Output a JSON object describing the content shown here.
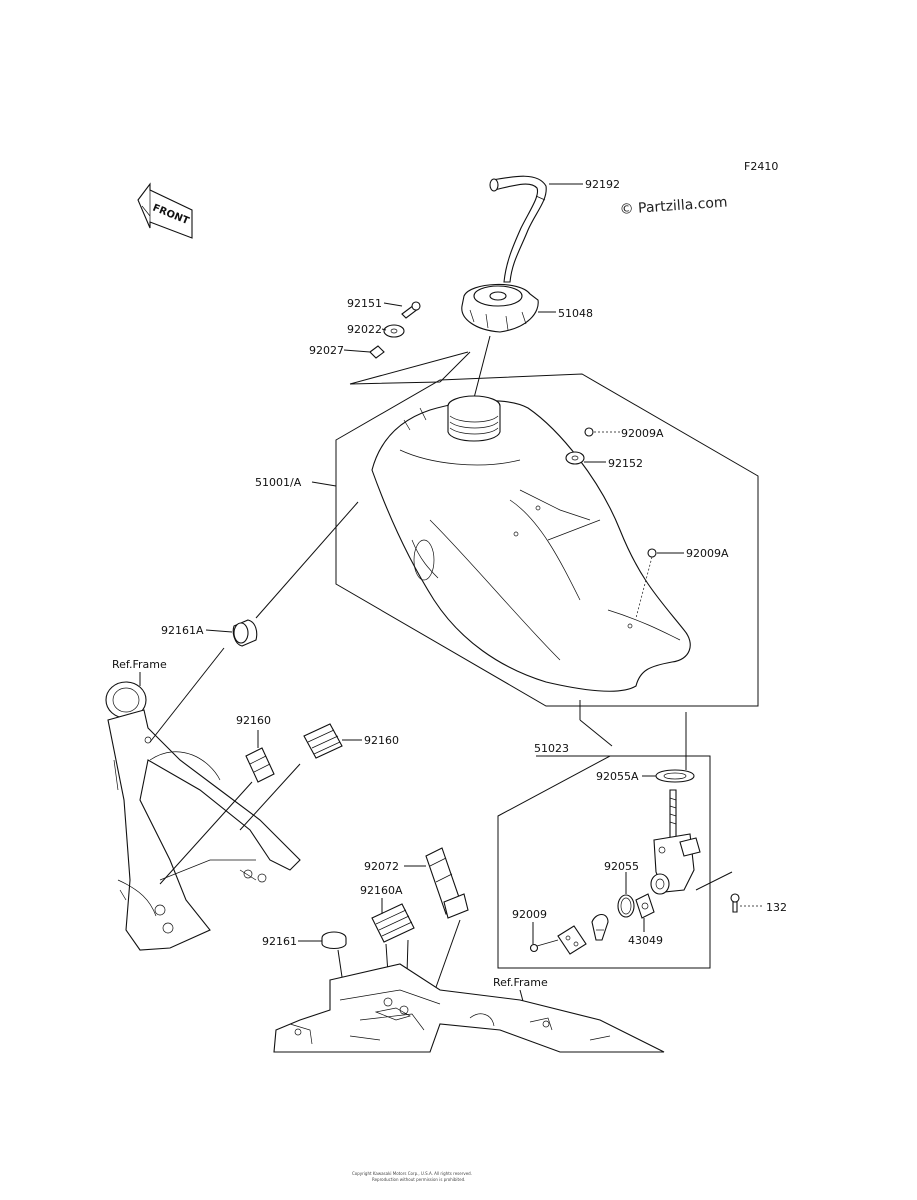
{
  "diagram_code": "F2410",
  "watermark": "© Partzilla.com",
  "front_arrow_label": "FRONT",
  "parts": {
    "p92192": "92192",
    "p92151": "92151",
    "p92022": "92022",
    "p92027": "92027",
    "p51048": "51048",
    "p92009A_top": "92009A",
    "p92152": "92152",
    "p51001A": "51001/A",
    "p92009A_mid": "92009A",
    "p92161A": "92161A",
    "p92160_left": "92160",
    "p92160_right": "92160",
    "p51023": "51023",
    "p92055A": "92055A",
    "p92072": "92072",
    "p92160A": "92160A",
    "p92055": "92055",
    "p92009": "92009",
    "p43049": "43049",
    "p132": "132",
    "p92161": "92161"
  },
  "ref_frame_top": "Ref.Frame",
  "ref_frame_bottom": "Ref.Frame",
  "footer_line1": "Copyright Kawasaki Motors Corp., U.S.A. All rights reserved.",
  "footer_line2": "Reproduction without permission is prohibited."
}
